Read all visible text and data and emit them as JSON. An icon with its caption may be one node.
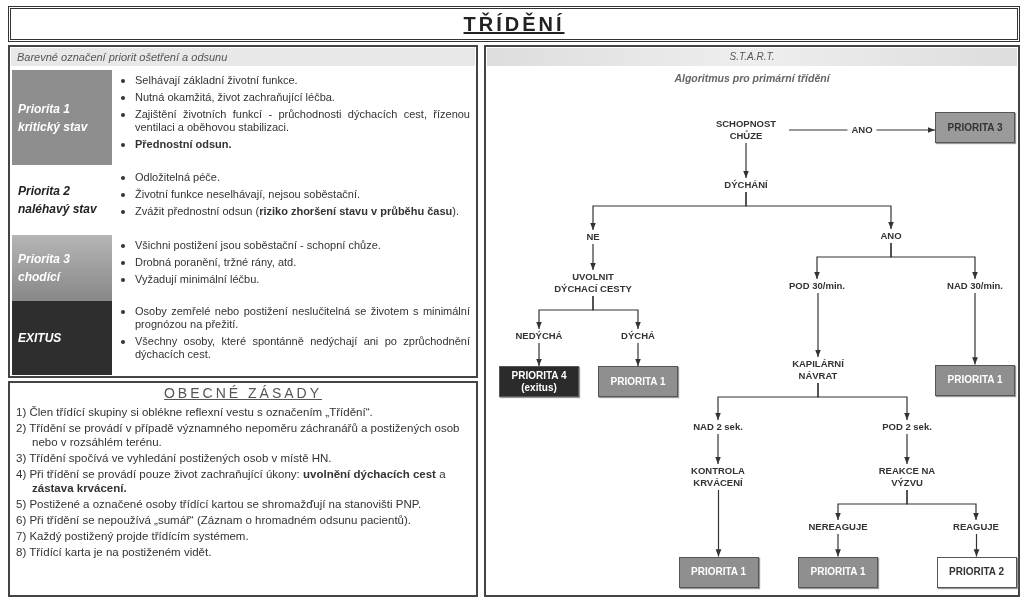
{
  "diagram": {
    "title": "TŘÍDĚNÍ",
    "nodes": [
      {
        "text": [
          "Barevné označení priorit ošetření a odsunu"
        ]
      },
      {
        "text": [
          "Priorita 1 kritický stav"
        ],
        "in": 0,
        "beside": [
          "Selhávají základní životní funkce.",
          "Nutná okamžitá, život zachraňující léčba.",
          "Zajištění životních funkcí - průchodnosti dýchacích cest, řízenou ventilaci a oběhovou stabilizaci.",
          "**Přednostní odsun.**"
        ]
      },
      {
        "text": [
          "Priorita 2 naléhavý stav"
        ],
        "in": 0,
        "beside": [
          "Odložitelná péče.",
          "Životní funkce neselhávají, nejsou soběstační.",
          "Zvážit přednostní odsun (**riziko zhoršení stavu v průběhu času**)."
        ]
      },
      {
        "text": [
          "Priorita 3 chodící"
        ],
        "in": 0,
        "beside": [
          "Všichni postižení jsou soběstační - schopní chůze.",
          "Drobná poranění, tržné rány, atd.",
          "Vyžadují minimální léčbu."
        ]
      },
      {
        "text": [
          "EXITUS"
        ],
        "in": 0,
        "beside": [
          "Osoby zemřelé nebo postižení neslučitelná se životem s minimální prognózou na přežití.",
          "Všechny osoby, které spontánně nedýchají ani po zprůchodnění dýchacích cest."
        ]
      },
      {
        "text": [
          "OBECNÉ ZÁSADY",
          "1) Člen třídící skupiny si oblékne reflexní vestu s označením „Třídění“.",
          "2) Třídění se provádí v případě významného nepoměru záchranářů a postižených osob nebo v rozsáhlém terénu.",
          "3) Třídění spočívá ve vyhledání postižených osob v místě HN.",
          "4) Při třídění se provádí pouze život zachraňující úkony: **uvolnění dýchacích cest** a **zástava krvácení.**",
          "5) Postižené a označené osoby třídící kartou se shromažďují na stanovišti PNP.",
          "6) Při třídění se nepoužívá „sumář“ (Záznam o hromadném odsunu pacientů).",
          "7) Každý postižený projde třídícím systémem.",
          "8) Třídící karta je na postiženém vidět."
        ]
      },
      {
        "text": [
          "S.T.A.R.T.",
          "Algoritmus pro primární třídění"
        ]
      },
      {
        "text": [
          "SCHOPNOST CHŮZE"
        ],
        "in": 6
      },
      {
        "text": [
          "PRIORITA 3"
        ],
        "in": 6
      },
      {
        "text": [
          "DÝCHÁNÍ"
        ],
        "in": 6
      },
      {
        "text": [
          "NE"
        ],
        "in": 6
      },
      {
        "text": [
          "ANO"
        ],
        "in": 6
      },
      {
        "text": [
          "UVOLNIT DÝCHACÍ CESTY"
        ],
        "in": 6
      },
      {
        "text": [
          "POD 30/min."
        ],
        "in": 6
      },
      {
        "text": [
          "NAD 30/min."
        ],
        "in": 6
      },
      {
        "text": [
          "NEDÝCHÁ"
        ],
        "in": 6
      },
      {
        "text": [
          "DÝCHÁ"
        ],
        "in": 6
      },
      {
        "text": [
          "KAPILÁRNÍ NÁVRAT"
        ],
        "in": 6
      },
      {
        "text": [
          "PRIORITA 4 (exitus)"
        ],
        "in": 6
      },
      {
        "text": [
          "PRIORITA 1"
        ],
        "in": 6
      },
      {
        "text": [
          "PRIORITA 1"
        ],
        "in": 6
      },
      {
        "text": [
          "NAD 2 sek."
        ],
        "in": 6
      },
      {
        "text": [
          "POD 2 sek."
        ],
        "in": 6
      },
      {
        "text": [
          "KONTROLA KRVÁCENÍ"
        ],
        "in": 6
      },
      {
        "text": [
          "REAKCE NA VÝZVU"
        ],
        "in": 6
      },
      {
        "text": [
          "NEREAGUJE"
        ],
        "in": 6
      },
      {
        "text": [
          "REAGUJE"
        ],
        "in": 6
      },
      {
        "text": [
          "PRIORITA 1"
        ],
        "in": 6
      },
      {
        "text": [
          "PRIORITA 1"
        ],
        "in": 6
      },
      {
        "text": [
          "PRIORITA 2"
        ],
        "in": 6
      }
    ],
    "edges": [
      {
        "from": 7,
        "to": 8,
        "arrow": "to",
        "label": "ANO"
      },
      {
        "from": 7,
        "to": 9,
        "arrow": "to"
      },
      {
        "from": 9,
        "to": 10,
        "arrow": "to"
      },
      {
        "from": 9,
        "to": 11,
        "arrow": "to"
      },
      {
        "from": 10,
        "to": 12,
        "arrow": "to"
      },
      {
        "from": 11,
        "to": 13,
        "arrow": "to"
      },
      {
        "from": 11,
        "to": 14,
        "arrow": "to"
      },
      {
        "from": 12,
        "to": 15,
        "arrow": "to"
      },
      {
        "from": 12,
        "to": 16,
        "arrow": "to"
      },
      {
        "from": 13,
        "to": 17,
        "arrow": "to"
      },
      {
        "from": 14,
        "to": 20,
        "arrow": "to"
      },
      {
        "from": 15,
        "to": 18,
        "arrow": "to"
      },
      {
        "from": 16,
        "to": 19,
        "arrow": "to"
      },
      {
        "from": 17,
        "to": 21,
        "arrow": "to"
      },
      {
        "from": 17,
        "to": 22,
        "arrow": "to"
      },
      {
        "from": 21,
        "to": 23,
        "arrow": "to"
      },
      {
        "from": 22,
        "to": 24,
        "arrow": "to"
      },
      {
        "from": 23,
        "to": 27,
        "arrow": "to"
      },
      {
        "from": 24,
        "to": 25,
        "arrow": "to"
      },
      {
        "from": 24,
        "to": 26,
        "arrow": "to"
      },
      {
        "from": 25,
        "to": 28,
        "arrow": "to"
      },
      {
        "from": 26,
        "to": 29,
        "arrow": "to"
      }
    ]
  }
}
